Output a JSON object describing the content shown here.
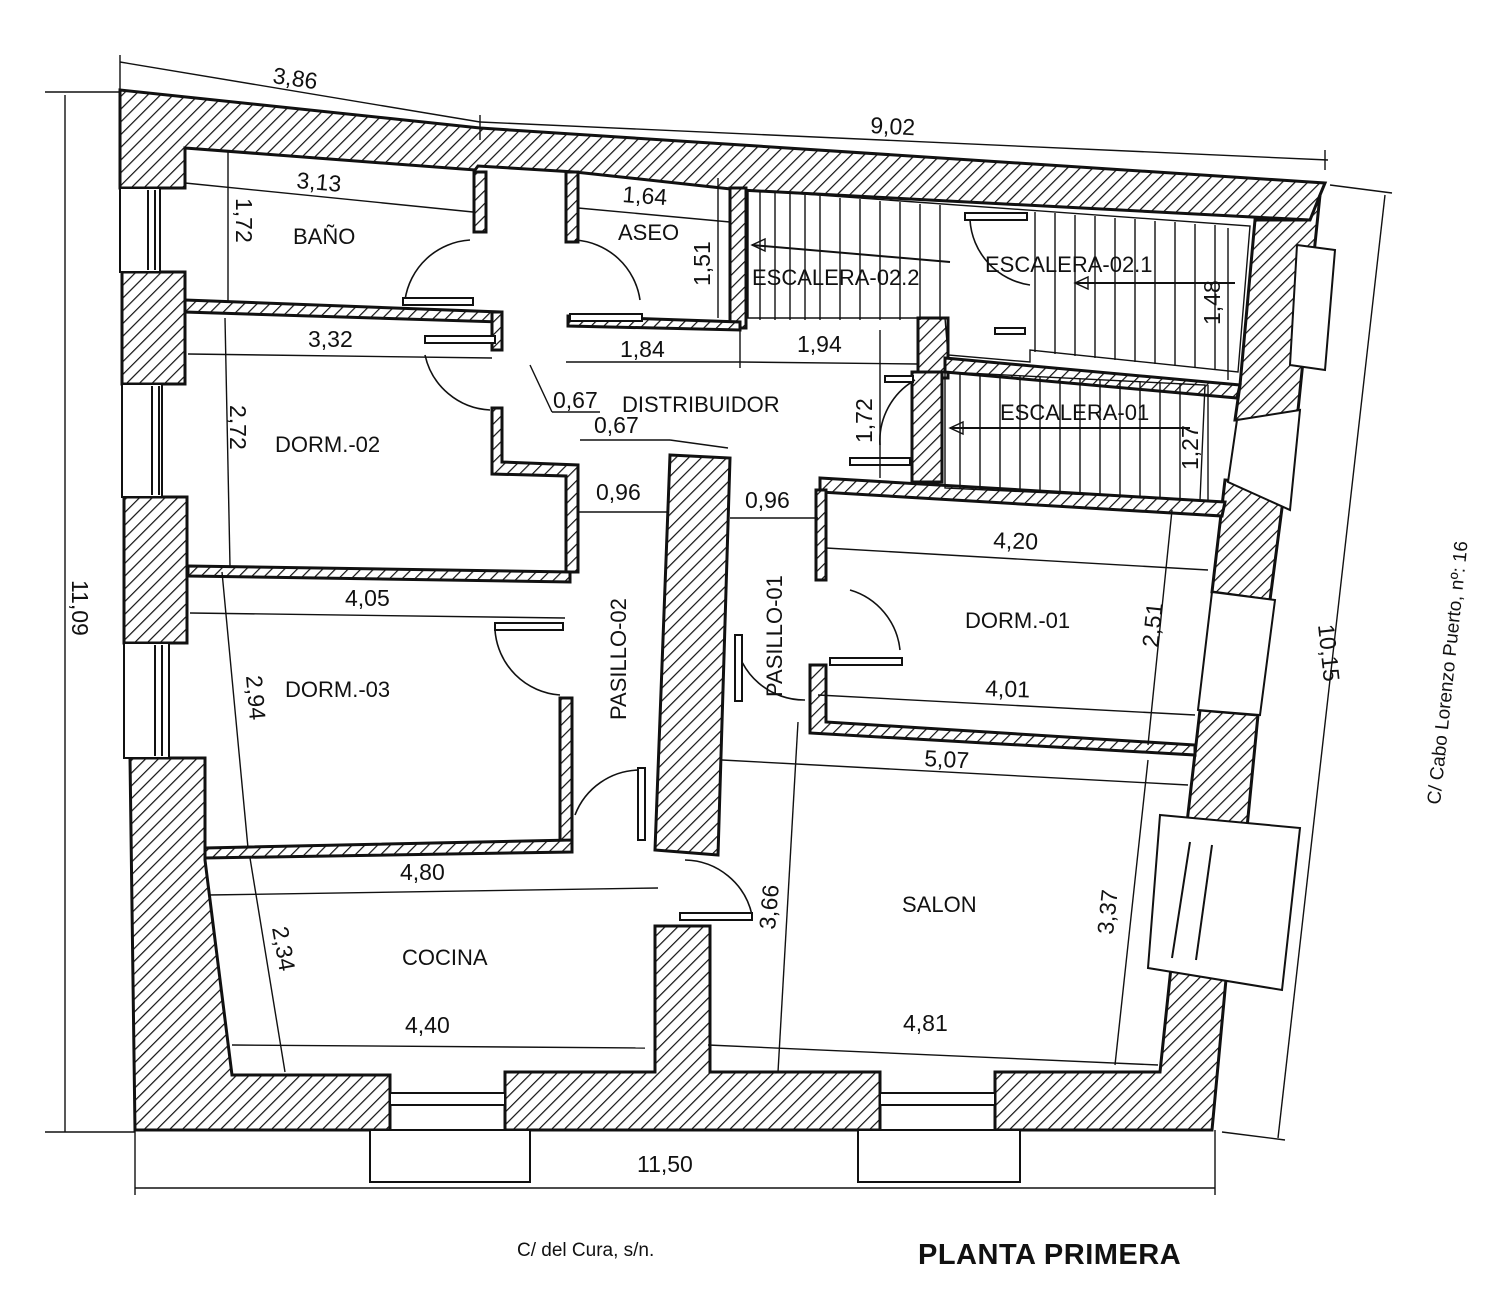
{
  "drawing": {
    "title": "PLANTA PRIMERA",
    "streets": {
      "bottom": "C/ del Cura, s/n.",
      "right": "C/ Cabo Lorenzo Puerto, nº: 16"
    },
    "rooms": {
      "bano": "BAÑO",
      "aseo": "ASEO",
      "escalera_022": "ESCALERA-02.2",
      "escalera_021": "ESCALERA-02.1",
      "escalera_01": "ESCALERA-01",
      "distribuidor": "DISTRIBUIDOR",
      "dorm_02": "DORM.-02",
      "dorm_01": "DORM.-01",
      "dorm_03": "DORM.-03",
      "pasillo_02": "PASILLO-02",
      "pasillo_01": "PASILLO-01",
      "cocina": "COCINA",
      "salon": "SALON"
    },
    "dimensions": {
      "top_left": "3,86",
      "top_right": "9,02",
      "left": "11,09",
      "right": "10,15",
      "bottom": "11,50",
      "bano_w": "3,13",
      "bano_h": "1,72",
      "aseo_w": "1,64",
      "aseo_h": "1,51",
      "esc_h": "1,48",
      "dorm02_w": "3,32",
      "dorm02_h": "2,72",
      "dist_a": "1,84",
      "dist_b": "1,94",
      "dist_c": "0,67",
      "dist_d": "0,67",
      "dist_h": "1,72",
      "esc01_h": "1,27",
      "pas02_w": "0,96",
      "pas01_w": "0,96",
      "dorm01_w1": "4,20",
      "dorm01_w2": "4,01",
      "dorm01_h": "2,51",
      "dorm03_w": "4,05",
      "dorm03_h": "2,94",
      "salon_w1": "5,07",
      "salon_w2": "4,81",
      "salon_h1": "3,66",
      "salon_h2": "3,37",
      "cocina_w1": "4,80",
      "cocina_w2": "4,40",
      "cocina_h": "2,34"
    }
  }
}
